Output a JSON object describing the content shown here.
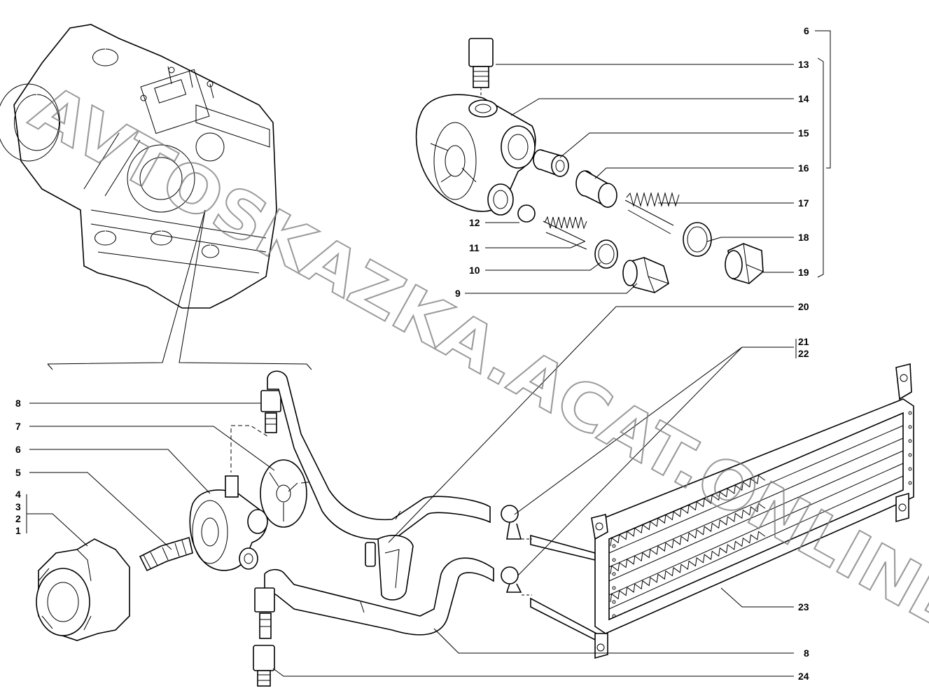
{
  "watermark": "AVTOSKAZKA.ACAT.ONLINE",
  "labels": {
    "l6_top": "6",
    "l13": "13",
    "l14": "14",
    "l15": "15",
    "l16": "16",
    "l17": "17",
    "l18": "18",
    "l19": "19",
    "l12": "12",
    "l11": "11",
    "l10": "10",
    "l9": "9",
    "l20": "20",
    "l21": "21",
    "l22": "22",
    "l8_left": "8",
    "l7": "7",
    "l6_left": "6",
    "l5": "5",
    "l4": "4",
    "l3": "3",
    "l2": "2",
    "l1": "1",
    "l23": "23",
    "l8_right": "8",
    "l24": "24"
  }
}
